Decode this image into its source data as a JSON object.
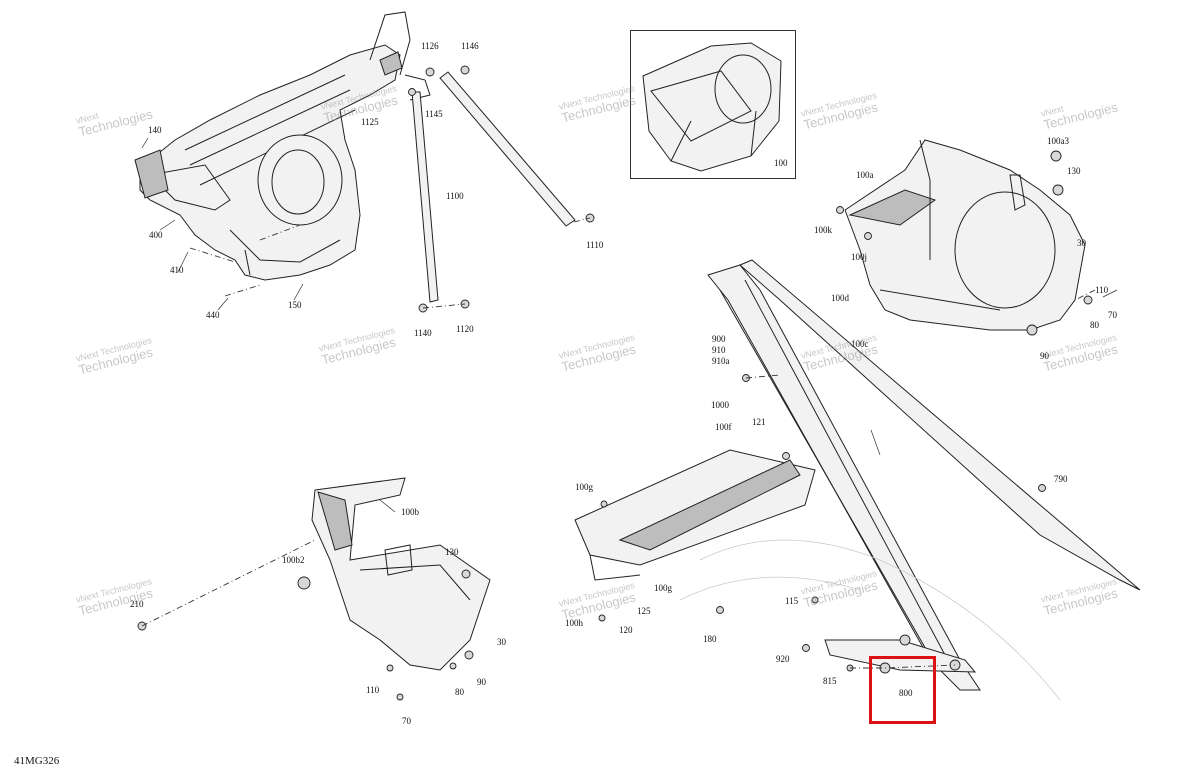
{
  "diagram_code": "41MG326",
  "watermark": {
    "line1": "vNext",
    "line2": "Technologies",
    "single": "vNext Technologies"
  },
  "callouts": {
    "c1126": "1126",
    "c1146": "1146",
    "c1145": "1145",
    "c1125": "1125",
    "c1100": "1100",
    "c1110": "1110",
    "c1140": "1140",
    "c1120": "1120",
    "c140": "140",
    "c400": "400",
    "c410": "410",
    "c440": "440",
    "c150": "150",
    "c100": "100",
    "c100a3": "100a3",
    "c100a": "100a",
    "c130a": "130",
    "c100k": "100k",
    "c100j": "100j",
    "c30a": "30",
    "c110a": "110",
    "c100d": "100d",
    "c70a": "70",
    "c80a": "80",
    "c100c": "100c",
    "c90a": "90",
    "c900": "900",
    "c910": "910",
    "c910a": "910a",
    "c1000": "1000",
    "c121": "121",
    "c100f": "100f",
    "c790": "790",
    "c100g": "100g",
    "c100g2": "100g",
    "c125": "125",
    "c100h": "100h",
    "c120": "120",
    "c180": "180",
    "c115": "115",
    "c920": "920",
    "c815": "815",
    "c800": "800",
    "c100b": "100b",
    "c100b2": "100b2",
    "c130b": "130",
    "c210": "210",
    "c30b": "30",
    "c110b": "110",
    "c80b": "80",
    "c90b": "90",
    "c70b": "70"
  },
  "highlight": {
    "target": "800",
    "color": "#dd1111"
  }
}
